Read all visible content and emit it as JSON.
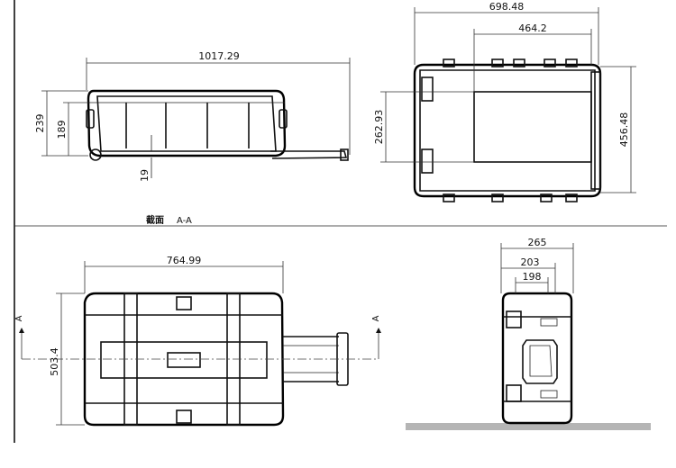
{
  "dimensions": {
    "side_length": "1017.29",
    "side_height": "239",
    "side_inner_height": "189",
    "side_offset": "19",
    "top_width": "698.48",
    "top_inner_width": "464.2",
    "top_depth": "456.48",
    "top_inner_depth": "262.93",
    "front_width": "764.99",
    "front_height": "503.4",
    "end_width": "265",
    "end_mid_width": "203",
    "end_inner_width": "198"
  },
  "section": {
    "label": "截面",
    "name": "A-A",
    "marker_left": "A",
    "marker_right": "A"
  }
}
